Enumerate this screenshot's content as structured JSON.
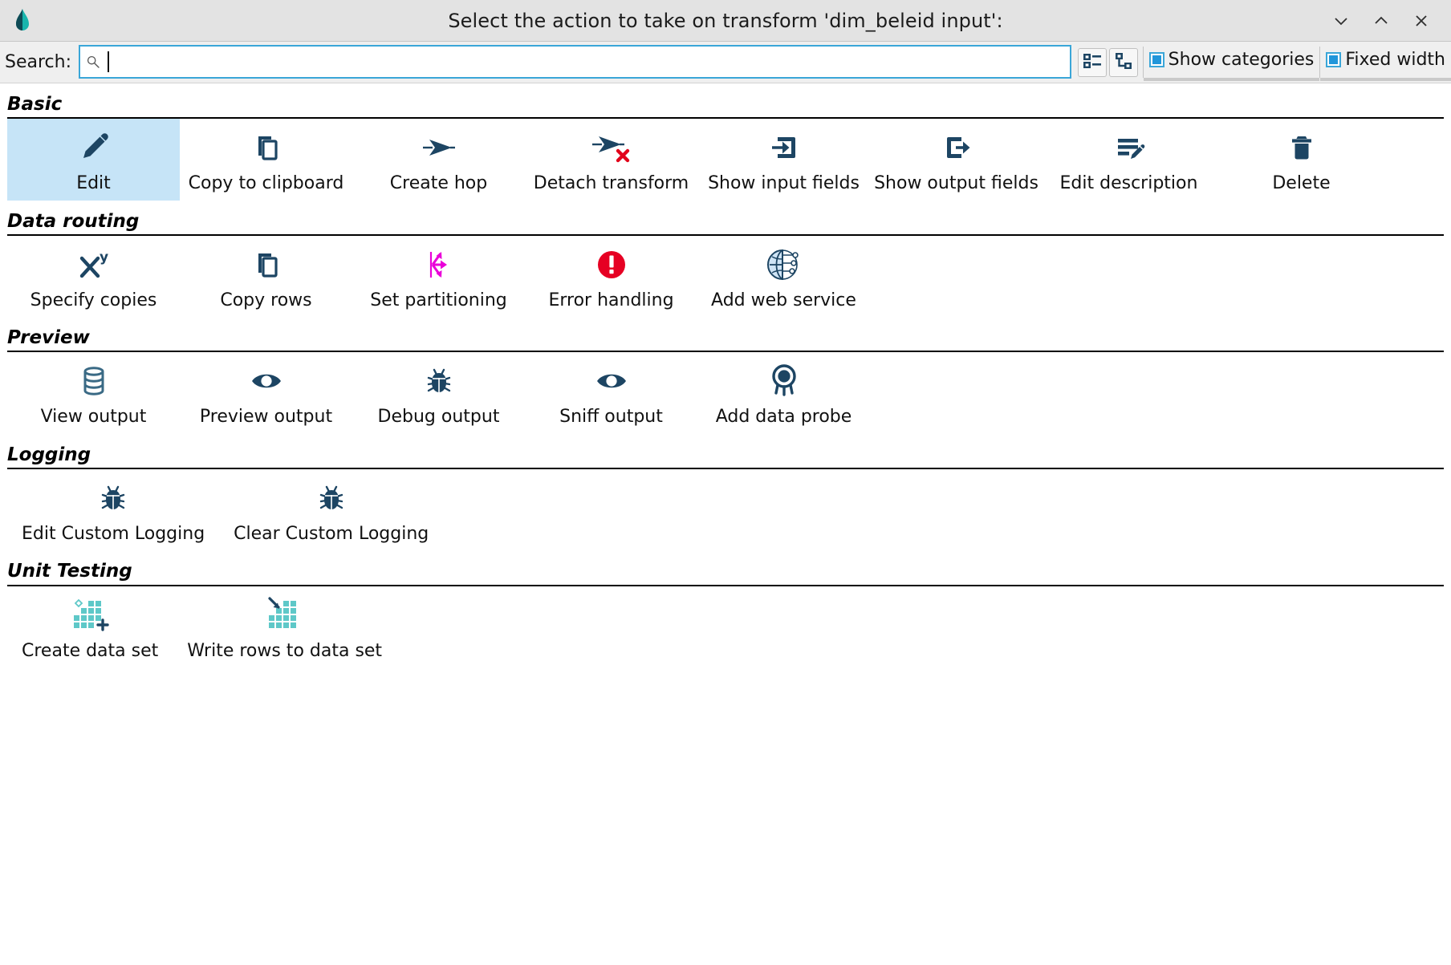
{
  "window": {
    "title": "Select the action to take on transform 'dim_beleid input':",
    "logo_icon": "hop-app-logo-icon",
    "buttons": [
      {
        "name": "minimize-button",
        "icon": "chevron-down-icon",
        "glyph": "⌄"
      },
      {
        "name": "maximize-button",
        "icon": "chevron-up-icon",
        "glyph": "⌃"
      },
      {
        "name": "close-button",
        "icon": "close-icon",
        "glyph": "✕"
      }
    ]
  },
  "search": {
    "label": "Search:",
    "value": "",
    "placeholder": "",
    "icon": "search-icon"
  },
  "toolbar": {
    "buttons": [
      {
        "name": "list-view-button",
        "icon": "list-view-icon"
      },
      {
        "name": "tree-view-button",
        "icon": "tree-view-icon"
      }
    ],
    "checkboxes": [
      {
        "name": "show-categories-checkbox",
        "label": "Show categories",
        "checked": true
      },
      {
        "name": "fixed-width-checkbox",
        "label": "Fixed width",
        "checked": true
      }
    ]
  },
  "colors": {
    "accent": "#1d4563",
    "selection": "#c6e4f7",
    "focus_border": "#3aa6d8",
    "checkbox_fill": "#2196da",
    "error_red": "#e60023",
    "partition_magenta": "#ea00d9",
    "dataset_teal": "#5ec8c8",
    "titlebar_bg": "#e3e3e3",
    "toolbar_bg": "#efefef"
  },
  "sections": [
    {
      "title": "Basic",
      "items": [
        {
          "label": "Edit",
          "icon": "pencil-icon",
          "selected": true
        },
        {
          "label": "Copy to clipboard",
          "icon": "copy-icon",
          "selected": false
        },
        {
          "label": "Create hop",
          "icon": "arrow-hop-icon",
          "selected": false
        },
        {
          "label": "Detach transform",
          "icon": "arrow-hop-delete-icon",
          "selected": false
        },
        {
          "label": "Show input fields",
          "icon": "input-fields-icon",
          "selected": false
        },
        {
          "label": "Show output fields",
          "icon": "output-fields-icon",
          "selected": false
        },
        {
          "label": "Edit description",
          "icon": "description-edit-icon",
          "selected": false
        },
        {
          "label": "Delete",
          "icon": "trash-icon",
          "selected": false
        }
      ]
    },
    {
      "title": "Data routing",
      "items": [
        {
          "label": "Specify copies",
          "icon": "x-power-y-icon",
          "selected": false
        },
        {
          "label": "Copy rows",
          "icon": "copy-icon",
          "selected": false
        },
        {
          "label": "Set partitioning",
          "icon": "partitioning-icon",
          "selected": false
        },
        {
          "label": "Error handling",
          "icon": "error-circle-icon",
          "selected": false
        },
        {
          "label": "Add web service",
          "icon": "web-service-globe-icon",
          "selected": false
        }
      ]
    },
    {
      "title": "Preview",
      "items": [
        {
          "label": "View output",
          "icon": "database-icon",
          "selected": false
        },
        {
          "label": "Preview output",
          "icon": "eye-icon",
          "selected": false
        },
        {
          "label": "Debug output",
          "icon": "bug-icon",
          "selected": false
        },
        {
          "label": "Sniff output",
          "icon": "eye-icon",
          "selected": false
        },
        {
          "label": "Add data probe",
          "icon": "data-probe-icon",
          "selected": false
        }
      ]
    },
    {
      "title": "Logging",
      "items": [
        {
          "label": "Edit Custom Logging",
          "icon": "bug-icon",
          "selected": false
        },
        {
          "label": "Clear Custom Logging",
          "icon": "bug-icon",
          "selected": false
        }
      ]
    },
    {
      "title": "Unit Testing",
      "items": [
        {
          "label": "Create data set",
          "icon": "create-data-set-icon",
          "selected": false
        },
        {
          "label": "Write rows to data set",
          "icon": "write-rows-data-set-icon",
          "selected": false
        }
      ]
    }
  ]
}
